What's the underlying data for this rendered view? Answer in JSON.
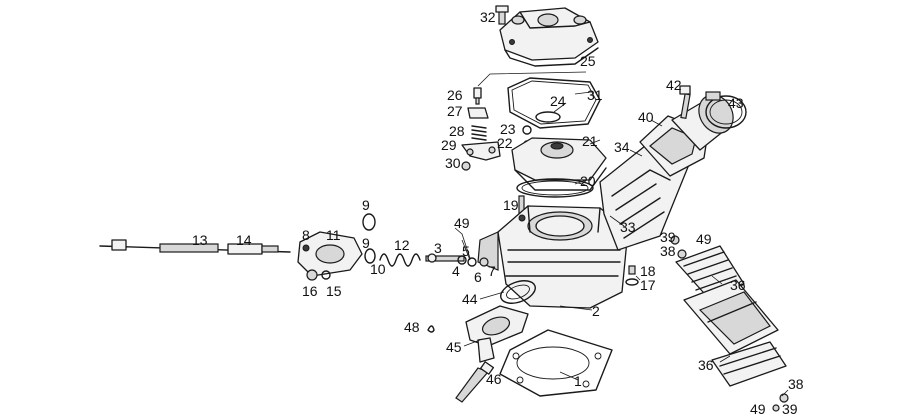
{
  "callouts": {
    "c1": "1",
    "c2": "2",
    "c3": "3",
    "c4": "4",
    "c5": "5",
    "c6": "6",
    "c7": "7",
    "c8": "8",
    "c9a": "9",
    "c9b": "9",
    "c10": "10",
    "c11": "11",
    "c12": "12",
    "c13": "13",
    "c14": "14",
    "c15": "15",
    "c16": "16",
    "c17": "17",
    "c18": "18",
    "c19": "19",
    "c20": "20",
    "c21": "21",
    "c22": "22",
    "c23": "23",
    "c24": "24",
    "c25": "25",
    "c26": "26",
    "c27": "27",
    "c28": "28",
    "c29": "29",
    "c30": "30",
    "c31": "31",
    "c32": "32",
    "c33": "33",
    "c34": "34",
    "c36a": "36",
    "c36b": "36",
    "c38a": "38",
    "c38b": "38",
    "c39a": "39",
    "c39b": "39",
    "c40": "40",
    "c42": "42",
    "c43": "43",
    "c44": "44",
    "c45": "45",
    "c46": "46",
    "c48": "48",
    "c49a": "49",
    "c49b": "49",
    "c49c": "49"
  }
}
